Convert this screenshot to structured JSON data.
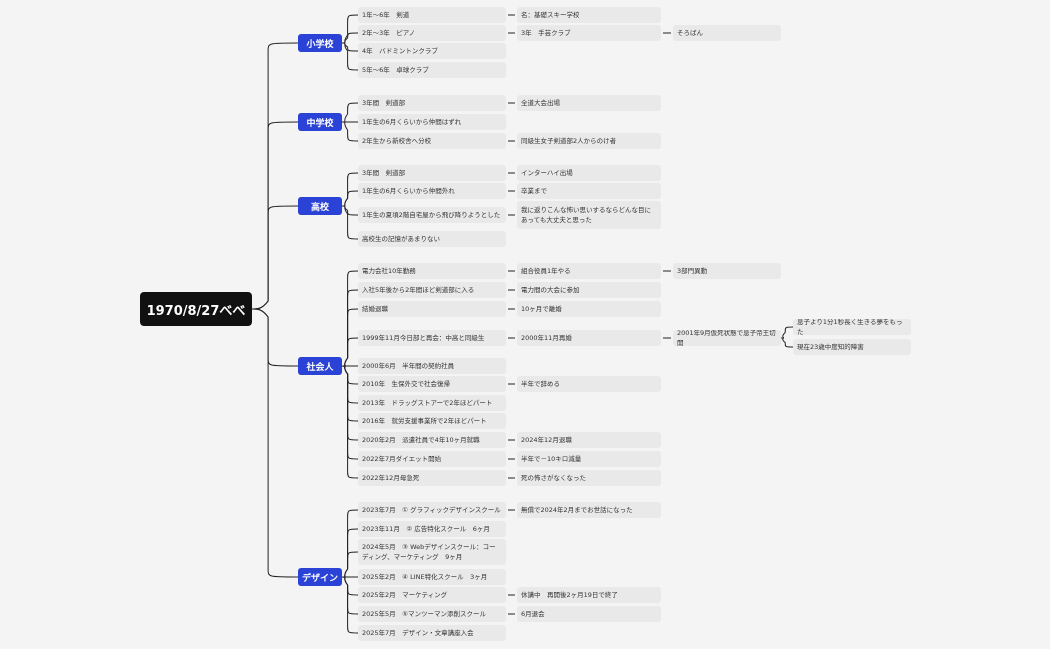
{
  "root": "1970/8/27べべ",
  "categories": [
    {
      "label": "小学校",
      "items": [
        {
          "text": "1年〜6年　剣道",
          "children": [
            {
              "text": "名：基礎スキー学校"
            }
          ]
        },
        {
          "text": "2年〜3年　ピアノ",
          "children": [
            {
              "text": "3年　手芸クラブ",
              "children": [
                {
                  "text": "そろばん"
                }
              ]
            }
          ]
        },
        {
          "text": "4年　バドミントンクラブ"
        },
        {
          "text": "5年〜6年　卓球クラブ"
        }
      ]
    },
    {
      "label": "中学校",
      "items": [
        {
          "text": "3年間　剣道部",
          "children": [
            {
              "text": "全道大会出場"
            }
          ]
        },
        {
          "text": "1年生の6月くらいから仲間はずれ"
        },
        {
          "text": "2年生から新校舎へ分校",
          "children": [
            {
              "text": "同級生女子剣道部2人からのけ者"
            }
          ]
        }
      ]
    },
    {
      "label": "高校",
      "items": [
        {
          "text": "3年間　剣道部",
          "children": [
            {
              "text": "インターハイ出場"
            }
          ]
        },
        {
          "text": "1年生の6月くらいから仲間外れ",
          "children": [
            {
              "text": "卒業まで"
            }
          ]
        },
        {
          "text": "1年生の夏頃2階自宅屋から飛び降りようとした",
          "children": [
            {
              "text": "我に返りこんな怖い思いするならどんな目にあっても大丈夫と思った"
            }
          ]
        },
        {
          "text": "高校生の記憶があまりない"
        }
      ]
    },
    {
      "label": "社会人",
      "items": [
        {
          "text": "電力会社10年勤務",
          "children": [
            {
              "text": "組合役員1年やる",
              "children": [
                {
                  "text": "3部門異動"
                }
              ]
            }
          ]
        },
        {
          "text": "入社5年後から2年間ほど剣道部に入る",
          "children": [
            {
              "text": "電力間の大会に参加"
            }
          ]
        },
        {
          "text": "結婚退職",
          "children": [
            {
              "text": "10ヶ月で離婚"
            }
          ]
        },
        {
          "text": "1999年11月今日部と再会：中高と同級生",
          "children": [
            {
              "text": "2000年11月再婚",
              "children": [
                {
                  "text": "2001年9月仮死状態で息子帝王切開",
                  "children": [
                    {
                      "text": "息子より1分1秒長く生きる夢をもった"
                    },
                    {
                      "text": "現在23歳中度知的障害"
                    }
                  ]
                }
              ]
            }
          ]
        },
        {
          "text": "2000年6月　半年間の契約社員"
        },
        {
          "text": "2010年　生保外交で社会復帰",
          "children": [
            {
              "text": "半年で辞める"
            }
          ]
        },
        {
          "text": "2013年　ドラッグストアーで2年ほどパート"
        },
        {
          "text": "2016年　就労支援事業所で2年ほどパート"
        },
        {
          "text": "2020年2月　派遣社員で4年10ヶ月就職",
          "children": [
            {
              "text": "2024年12月退職"
            }
          ]
        },
        {
          "text": "2022年7月ダイエット開始",
          "children": [
            {
              "text": "半年で－10キロ減量"
            }
          ]
        },
        {
          "text": "2022年12月母急死",
          "children": [
            {
              "text": "死の怖さがなくなった"
            }
          ]
        }
      ]
    },
    {
      "label": "デザイン",
      "items": [
        {
          "text": "2023年7月　① グラフィックデザインスクール",
          "children": [
            {
              "text": "無償で2024年2月までお世話になった"
            }
          ]
        },
        {
          "text": "2023年11月　② 広告特化スクール　6ヶ月"
        },
        {
          "text": "2024年5月　③ Webデザインスクール：コーディング、マーケティング　9ヶ月"
        },
        {
          "text": "2025年2月　④ LINE特化スクール　3ヶ月"
        },
        {
          "text": "2025年2月　マーケティング",
          "children": [
            {
              "text": "休講中　再開後2ヶ月19日で終了"
            }
          ]
        },
        {
          "text": "2025年5月　⑤マンツーマン添削スクール",
          "children": [
            {
              "text": "6月退会"
            }
          ]
        },
        {
          "text": "2025年7月　デザイン・文章講座入会"
        }
      ]
    }
  ]
}
